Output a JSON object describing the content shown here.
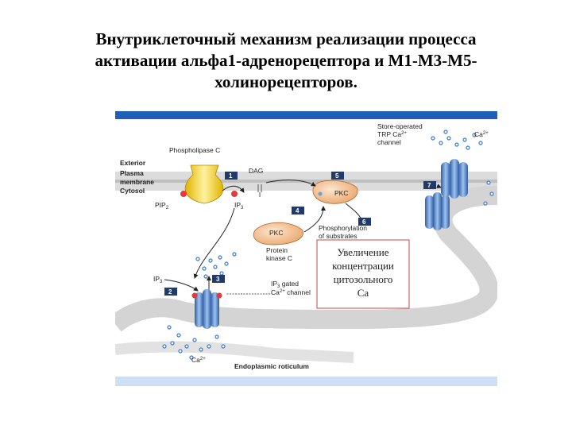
{
  "title": {
    "line1": "Внутриклеточный механизм реализации процесса",
    "line2": "активации альфа1-адренорецептора и М1-М3-М5-",
    "line3": "холинорецепторов."
  },
  "figure": {
    "labels": {
      "phospholipase": "Phospholipase C",
      "exterior": "Exterior",
      "plasma1": "Plasma",
      "plasma2": "membrane",
      "cytosol": "Cytosol",
      "pip2": "PIP",
      "pip2_sub": "2",
      "ip3_top": "IP",
      "ip3_top_sub": "3",
      "dag": "DAG",
      "pkc1": "PKC",
      "pkc2": "PKC",
      "protein1": "Protein",
      "protein2": "kinase C",
      "phos1": "Phosphorylation",
      "phos2": "of substrates",
      "ip3_left": "IP",
      "ip3_left_sub": "3",
      "gated1": "IP",
      "gated1_sub": "3",
      "gated1_rest": " gated",
      "gated2": "Ca",
      "gated2_sup": "2+",
      "gated2_rest": " channel",
      "ca_bottom": "Ca",
      "ca_bottom_sup": "2+",
      "er": "Endoplasmic roticulum",
      "so1": "Store-operated",
      "so2": "TRP Ca",
      "so2_sup": "2+",
      "so3": "channel",
      "ca_right": "Ca",
      "ca_right_sup": "2+"
    },
    "steps": [
      "1",
      "2",
      "3",
      "4",
      "5",
      "6",
      "7"
    ],
    "annotation": {
      "line1": "Увеличение",
      "line2": "концентрации",
      "line3": "цитозольного",
      "line4": "Са"
    }
  }
}
